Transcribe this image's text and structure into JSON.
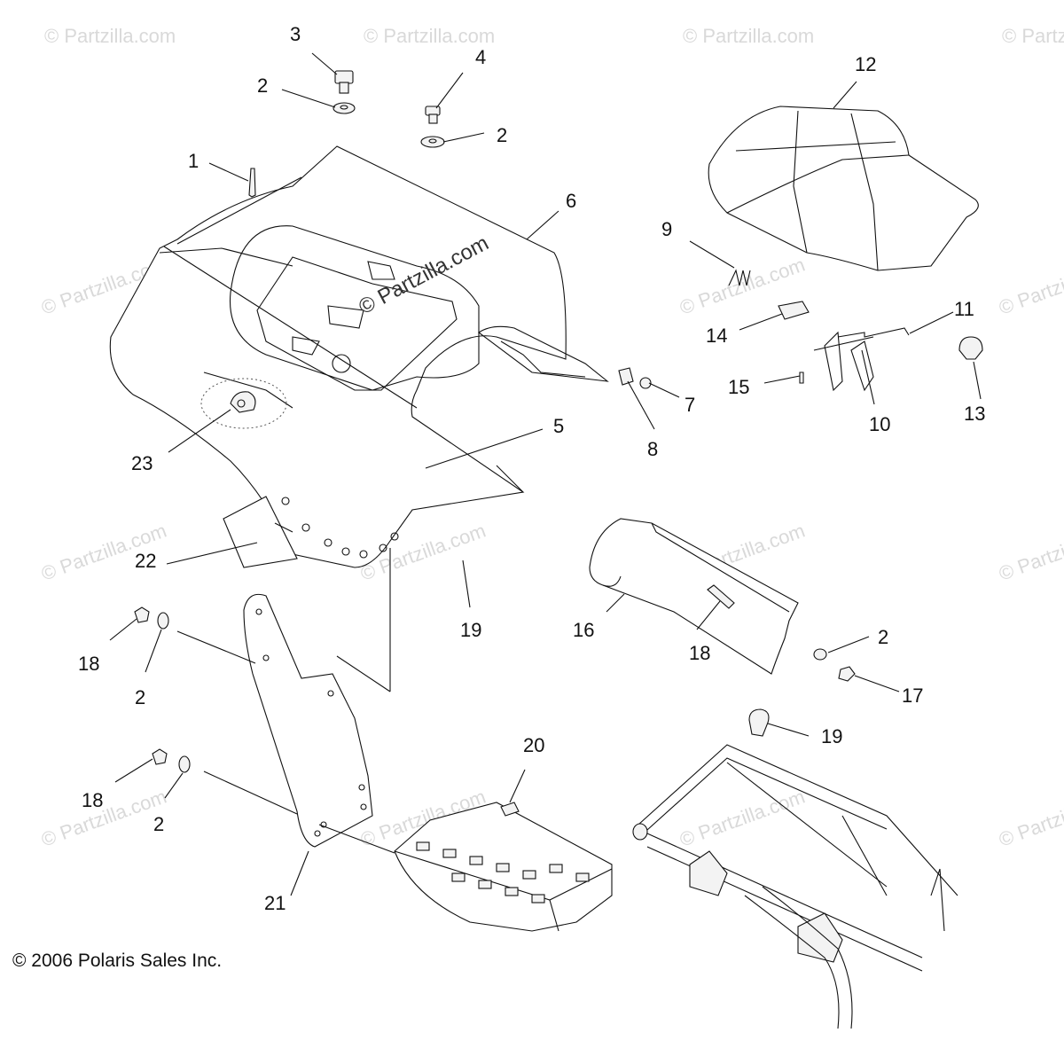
{
  "diagram": {
    "copyright": "© 2006 Polaris Sales Inc.",
    "watermark_small": "© Partzilla.com",
    "watermark_center": "© Partzilla.com",
    "callouts": {
      "c1": "1",
      "c2a": "2",
      "c2b": "2",
      "c2c": "2",
      "c2d": "2",
      "c2e": "2",
      "c3": "3",
      "c4": "4",
      "c5": "5",
      "c6": "6",
      "c7": "7",
      "c8": "8",
      "c9": "9",
      "c10": "10",
      "c11": "11",
      "c12": "12",
      "c13": "13",
      "c14": "14",
      "c15": "15",
      "c16": "16",
      "c17": "17",
      "c18a": "18",
      "c18b": "18",
      "c18c": "18",
      "c19a": "19",
      "c19b": "19",
      "c20": "20",
      "c21": "21",
      "c22": "22",
      "c23": "23"
    }
  }
}
